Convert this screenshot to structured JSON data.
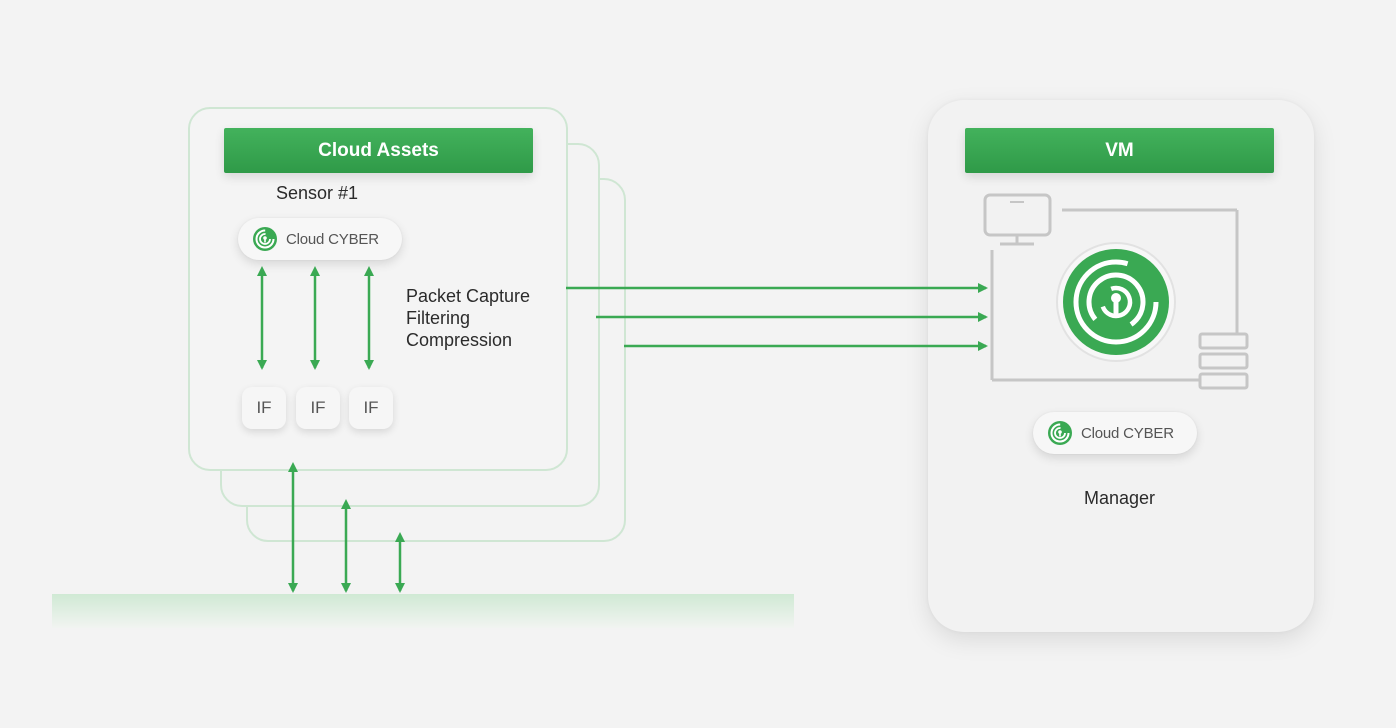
{
  "cloud_assets": {
    "header": "Cloud Assets",
    "sensor_title": "Sensor #1",
    "logo_text_a": "Cloud",
    "logo_text_b": "CYBER",
    "interfaces": [
      "IF",
      "IF",
      "IF"
    ],
    "features": [
      "Packet Capture",
      "Filtering",
      "Compression"
    ]
  },
  "vm": {
    "header": "VM",
    "logo_text_a": "Cloud",
    "logo_text_b": "CYBER",
    "manager_label": "Manager"
  },
  "colors": {
    "green": "#3aa953",
    "light_green": "#cfe6d3",
    "gray_line": "#c6c6c6"
  }
}
